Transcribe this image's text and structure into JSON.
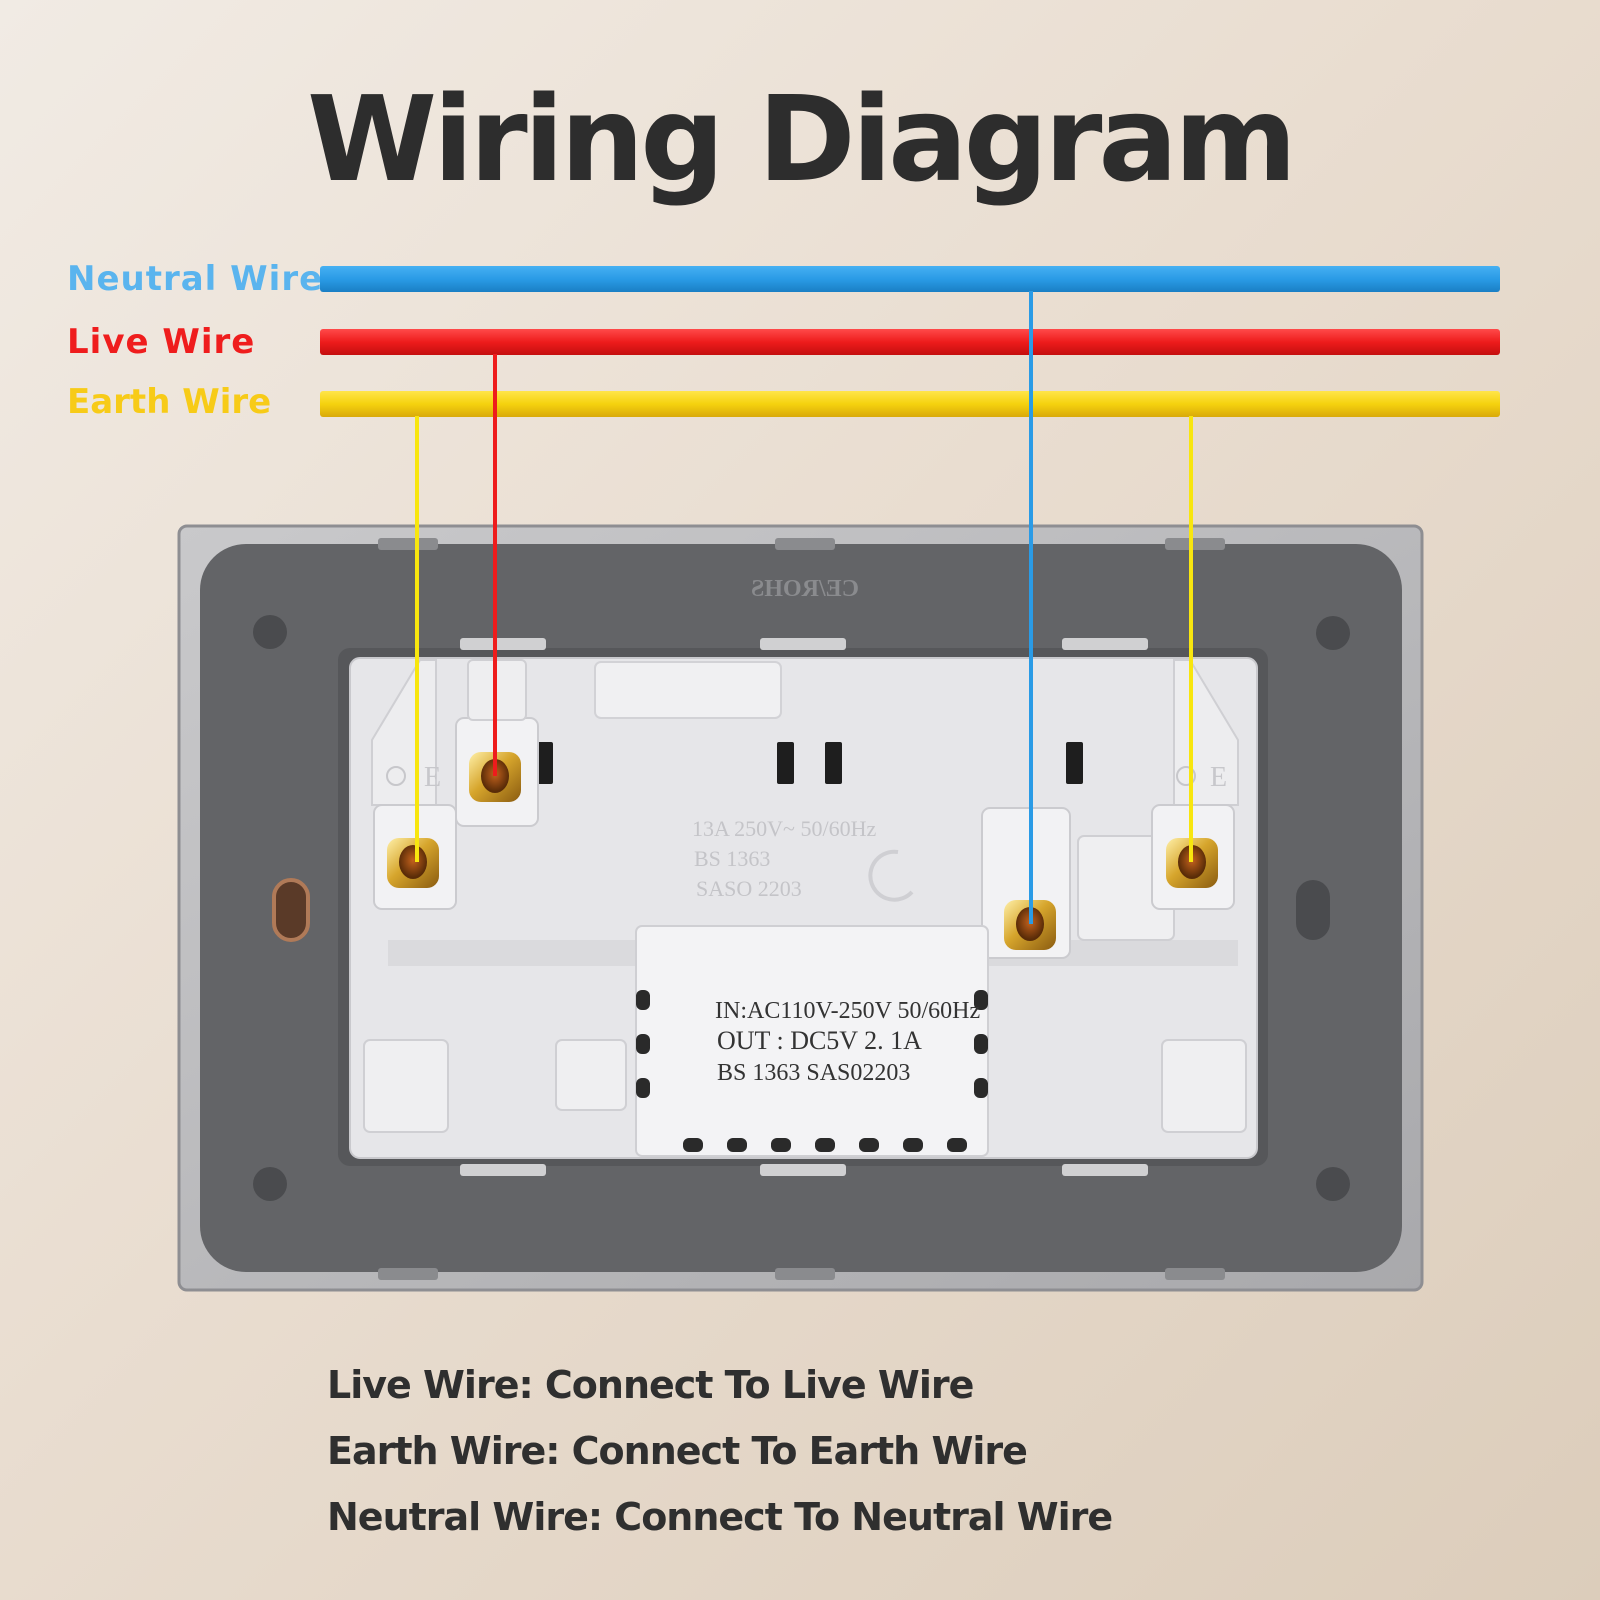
{
  "title": "Wiring Diagram",
  "wires": {
    "neutral": {
      "label": "Neutral Wire",
      "color": "#2a9be6",
      "label_color": "#5ab4ee"
    },
    "live": {
      "label": "Live Wire",
      "color": "#ee1c1c",
      "label_color": "#ef1d1d"
    },
    "earth": {
      "label": "Earth Wire",
      "color": "#f5d20e",
      "label_color": "#f7cb18"
    }
  },
  "device": {
    "brand_mark": "CE/ROHS",
    "module_text": [
      "IN:AC110V-250V  50/60Hz",
      "OUT : DC5V  2. 1A",
      "BS 1363  SAS02203"
    ],
    "embossed_text": [
      "13A 250V~ 50/60Hz",
      "BS 1363",
      "SASO 2203"
    ],
    "terminal_marks": [
      "E",
      "E"
    ]
  },
  "instructions": [
    "Live Wire: Connect To Live Wire",
    "Earth Wire: Connect To Earth Wire",
    "Neutral Wire: Connect To Neutral Wire"
  ]
}
